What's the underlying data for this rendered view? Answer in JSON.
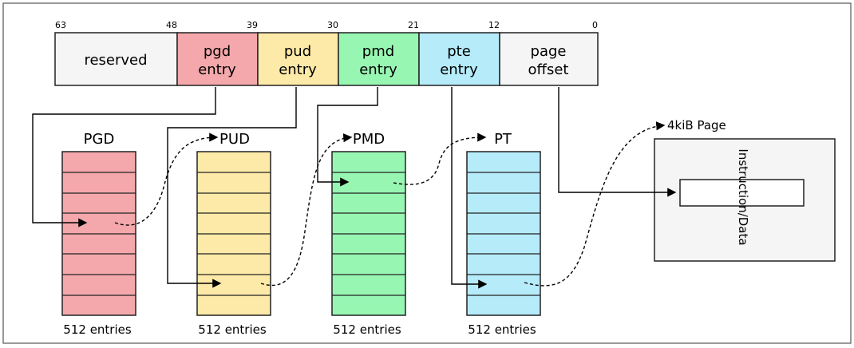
{
  "bit_labels": [
    "63",
    "48",
    "39",
    "30",
    "21",
    "12",
    "0"
  ],
  "fields": [
    {
      "line1": "reserved",
      "line2": "",
      "color": "#f5f5f5"
    },
    {
      "line1": "pgd",
      "line2": "entry",
      "color": "#f4a8ab"
    },
    {
      "line1": "pud",
      "line2": "entry",
      "color": "#fdeaa8"
    },
    {
      "line1": "pmd",
      "line2": "entry",
      "color": "#98f6b3"
    },
    {
      "line1": "pte",
      "line2": "entry",
      "color": "#b6ebfa"
    },
    {
      "line1": "page",
      "line2": "offset",
      "color": "#f5f5f5"
    }
  ],
  "tables": [
    {
      "name": "PGD",
      "caption": "512 entries",
      "color": "#f4a8ab"
    },
    {
      "name": "PUD",
      "caption": "512 entries",
      "color": "#fdeaa8"
    },
    {
      "name": "PMD",
      "caption": "512 entries",
      "color": "#98f6b3"
    },
    {
      "name": "PT",
      "caption": "512 entries",
      "color": "#b6ebfa"
    }
  ],
  "page": {
    "title": "4kiB Page",
    "inner_label": "Instruction/Data",
    "color": "#f5f5f5"
  }
}
